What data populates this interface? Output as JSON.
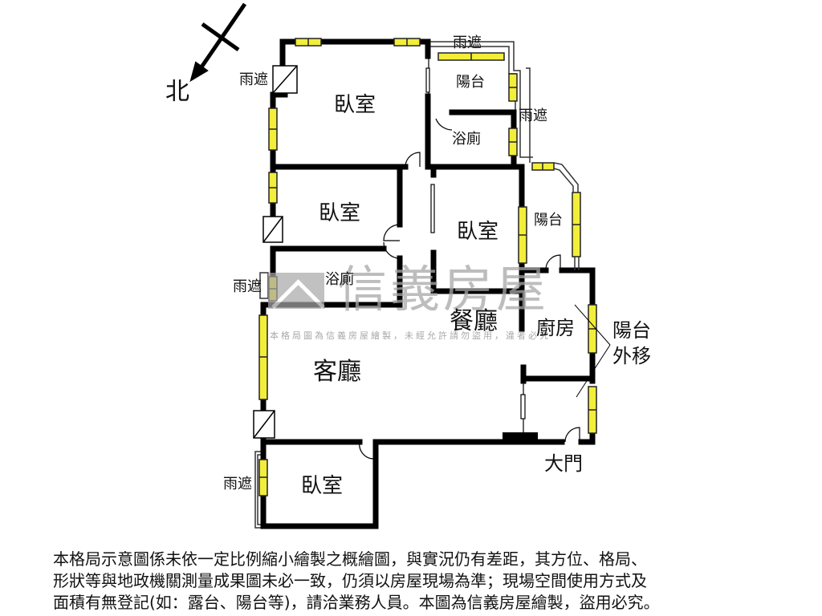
{
  "compass": {
    "north_label": "北"
  },
  "rooms": {
    "bedroom_top": "臥室",
    "bedroom_mid_left": "臥室",
    "bedroom_mid_right": "臥室",
    "bedroom_bottom": "臥室",
    "bathroom_top": "浴廁",
    "bathroom_mid": "浴廁",
    "balcony_top": "陽台",
    "balcony_right": "陽台",
    "dining_room": "餐廳",
    "living_room": "客廳",
    "kitchen": "廚房",
    "main_door": "大門"
  },
  "annotations": {
    "canopy_top_left": "雨遮",
    "canopy_top": "雨遮",
    "canopy_right": "雨遮",
    "canopy_mid_left": "雨遮",
    "canopy_bottom_left": "雨遮",
    "balcony_moved_line1": "陽台",
    "balcony_moved_line2": "外移"
  },
  "watermark": {
    "brand": "信義房屋",
    "notice": "本格局圖為信義房屋繪製，未經允許請勿盜用，違者必究"
  },
  "disclaimer": {
    "lines": [
      "本格局示意圖係未依一定比例縮小繪製之概繪圖，與實況仍有差距，其方位、格局、",
      "形狀等與地政機關測量成果圖未必一致，仍須以房屋現場為準；現場空間使用方式及",
      "面積有無登記(如：露台、陽台等)，請洽業務人員。本圖為信義房屋繪製，盜用必究。"
    ]
  },
  "colors": {
    "wall": "#000000",
    "window_fill": "#f2ee3a",
    "window_frame": "#222222",
    "watermark": "#a8a8a8"
  }
}
